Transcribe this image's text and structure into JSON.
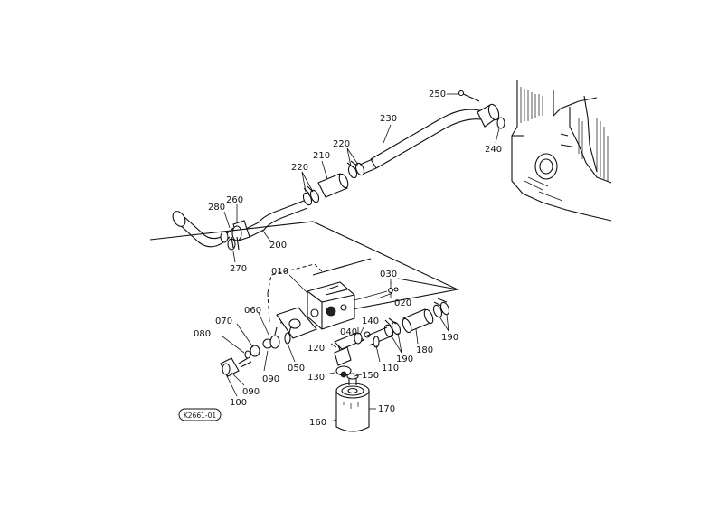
{
  "diagram": {
    "catalog_code": "K2661-01",
    "callouts": {
      "p010": "010",
      "p020": "020",
      "p030": "030",
      "p040": "040",
      "p050": "050",
      "p060": "060",
      "p070": "070",
      "p080": "080",
      "p090a": "090",
      "p090b": "090",
      "p100": "100",
      "p110": "110",
      "p120": "120",
      "p130": "130",
      "p140": "140",
      "p150": "150",
      "p160": "160",
      "p170": "170",
      "p180": "180",
      "p190a": "190",
      "p190b": "190",
      "p200": "200",
      "p210": "210",
      "p220a": "220",
      "p220b": "220",
      "p230": "230",
      "p240": "240",
      "p250": "250",
      "p260": "260",
      "p270": "270",
      "p280": "280"
    }
  }
}
